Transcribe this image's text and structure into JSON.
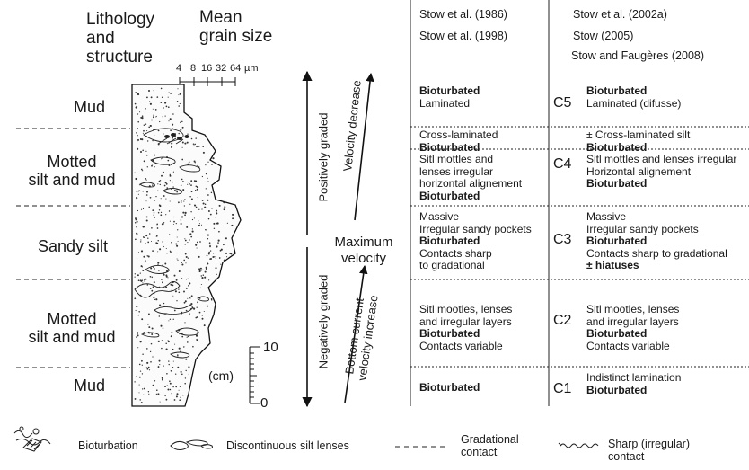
{
  "headers": {
    "lithology": [
      "Lithology",
      "and",
      "structure"
    ],
    "grain": [
      "Mean",
      "grain size"
    ],
    "grain_ticks": [
      "4",
      "8",
      "16",
      "32",
      "64",
      "µm"
    ]
  },
  "lithology_labels": {
    "mud_top": "Mud",
    "motted_upper": [
      "Motted",
      "silt and mud"
    ],
    "sandy_silt": "Sandy silt",
    "motted_lower": [
      "Motted",
      "silt and mud"
    ],
    "mud_bottom": "Mud"
  },
  "scale": {
    "unit": "(cm)",
    "top": "10",
    "bottom": "0"
  },
  "arrows": {
    "positively_graded": "Positively graded",
    "negatively_graded": "Negatively graded",
    "velocity_decrease": "Velocity decrease",
    "bottom_current": [
      "Bottom current",
      "velocity increase"
    ],
    "maximum_velocity": [
      "Maximum",
      "velocity"
    ]
  },
  "references": {
    "left": [
      "Stow et al. (1986)",
      "Stow et al. (1998)"
    ],
    "right": [
      "Stow et al. (2002a)",
      "Stow (2005)",
      "Stow and Faugères (2008)"
    ]
  },
  "facies": [
    {
      "code": "C5",
      "left": [
        {
          "t": "Bioturbated",
          "b": true
        },
        {
          "t": "Laminated",
          "b": false
        }
      ],
      "right": [
        {
          "t": "Bioturbated",
          "b": true
        },
        {
          "t": "Laminated (difusse)",
          "b": false
        }
      ]
    },
    {
      "code": "C4",
      "left": [
        {
          "t": "Cross-laminated",
          "b": false
        },
        {
          "t": "Bioturbated",
          "b": true
        },
        {
          "t": "Sitl mottles and",
          "b": false
        },
        {
          "t": "lenses irregular",
          "b": false
        },
        {
          "t": "horizontal alignement",
          "b": false
        },
        {
          "t": "Bioturbated",
          "b": true
        }
      ],
      "right": [
        {
          "t": "± Cross-laminated silt",
          "b": false
        },
        {
          "t": "Bioturbated",
          "b": true
        },
        {
          "t": "Sitl mottles and lenses irregular",
          "b": false
        },
        {
          "t": "Horizontal alignement",
          "b": false
        },
        {
          "t": "Bioturbated",
          "b": true
        }
      ]
    },
    {
      "code": "C3",
      "left": [
        {
          "t": "Massive",
          "b": false
        },
        {
          "t": "Irregular sandy pockets",
          "b": false
        },
        {
          "t": "Bioturbated",
          "b": true
        },
        {
          "t": "Contacts sharp",
          "b": false
        },
        {
          "t": "to gradational",
          "b": false
        }
      ],
      "right": [
        {
          "t": "Massive",
          "b": false
        },
        {
          "t": "Irregular sandy pockets",
          "b": false
        },
        {
          "t": "Bioturbated",
          "b": true
        },
        {
          "t": "Contacts sharp to gradational",
          "b": false
        },
        {
          "t": "± hiatuses",
          "b": true
        }
      ]
    },
    {
      "code": "C2",
      "left": [
        {
          "t": "Sitl mootles, lenses",
          "b": false
        },
        {
          "t": "and irregular layers",
          "b": false
        },
        {
          "t": "Bioturbated",
          "b": true
        },
        {
          "t": "Contacts variable",
          "b": false
        }
      ],
      "right": [
        {
          "t": "Sitl mootles, lenses",
          "b": false
        },
        {
          "t": "and irregular layers",
          "b": false
        },
        {
          "t": "Bioturbated",
          "b": true
        },
        {
          "t": "Contacts variable",
          "b": false
        }
      ]
    },
    {
      "code": "C1",
      "left": [
        {
          "t": "Bioturbated",
          "b": true
        }
      ],
      "right": [
        {
          "t": "Indistinct lamination",
          "b": false
        },
        {
          "t": "Bioturbated",
          "b": true
        }
      ]
    }
  ],
  "legend": {
    "bioturbation": "Bioturbation",
    "silt_lenses": "Discontinuous silt lenses",
    "gradational": [
      "Gradational",
      "contact"
    ],
    "sharp": [
      "Sharp (irregular)",
      "contact"
    ]
  }
}
